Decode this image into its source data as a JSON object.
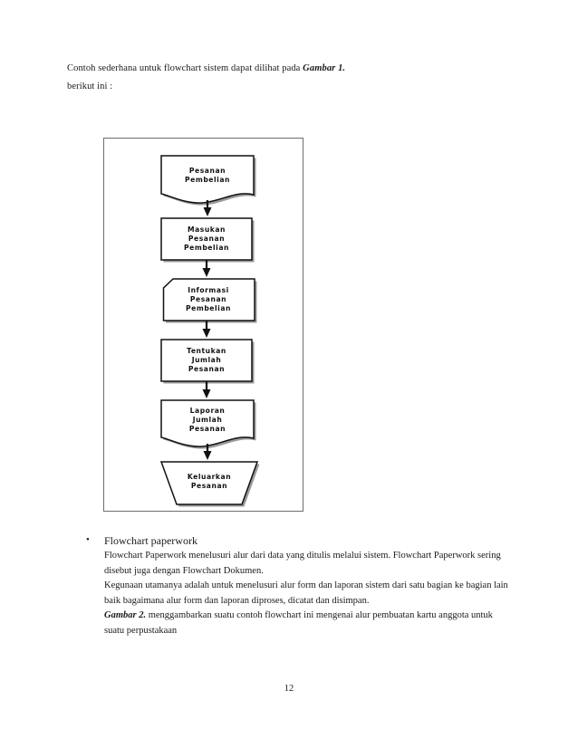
{
  "document": {
    "intro": {
      "line1_before": "Contoh sederhana untuk flowchart sistem dapat dilihat pada ",
      "line1_emphasis": "Gambar 1.",
      "line2": "berikut ini :"
    },
    "figure": {
      "caption_reference": "Gambar 1.",
      "nodes": [
        {
          "id": "pesanan-pembelian",
          "shape": "document",
          "lines": [
            "Pesanan",
            "Pembelian"
          ]
        },
        {
          "id": "masukan-pesanan-pembelian",
          "shape": "process",
          "lines": [
            "Masukan",
            "Pesanan",
            "Pembelian"
          ]
        },
        {
          "id": "informasi-pesanan-pembelian",
          "shape": "clipped-corner",
          "lines": [
            "Informasi",
            "Pesanan",
            "Pembelian"
          ]
        },
        {
          "id": "tentukan-jumlah-pesanan",
          "shape": "process",
          "lines": [
            "Tentukan",
            "Jumlah",
            "Pesanan"
          ]
        },
        {
          "id": "laporan-jumlah-pesanan",
          "shape": "document",
          "lines": [
            "Laporan",
            "Jumlah",
            "Pesanan"
          ]
        },
        {
          "id": "keluarkan-pesanan",
          "shape": "inverted-trapezoid",
          "lines": [
            "Keluarkan",
            "Pesanan"
          ]
        }
      ],
      "connectors": 5,
      "colors": {
        "stroke": "#111111",
        "fill": "#ffffff",
        "frame": "#6e6e6e",
        "shadow": "#9a9a9a"
      }
    },
    "bullet": {
      "marker": "•",
      "title": "Flowchart paperwork",
      "paragraphs": [
        "Flowchart Paperwork menelusuri alur dari data yang ditulis melalui sistem. Flowchart Paperwork sering disebut juga dengan Flowchart Dokumen.",
        "Kegunaan utamanya adalah untuk menelusuri alur form dan laporan sistem dari satu bagian ke bagian lain baik bagaimana alur form dan laporan diproses, dicatat dan disimpan."
      ],
      "last_paragraph_emphasis": "Gambar 2.",
      "last_paragraph_rest": " menggambarkan suatu contoh flowchart ini mengenai alur pembuatan kartu anggota untuk suatu perpustakaan"
    },
    "page_number": "12"
  }
}
